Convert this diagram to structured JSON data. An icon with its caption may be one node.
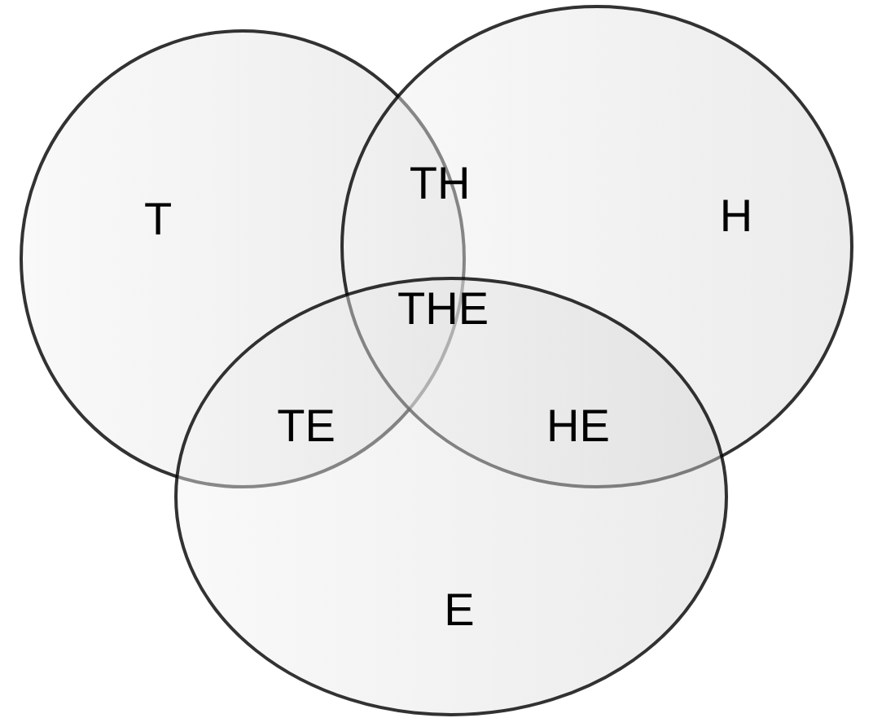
{
  "diagram": {
    "nodes": [
      {
        "text": [
          "T"
        ]
      },
      {
        "text": [
          "H"
        ]
      },
      {
        "text": [
          "E"
        ]
      }
    ],
    "edges": [],
    "labels": [
      "TH",
      "THE",
      "TE",
      "HE"
    ]
  }
}
